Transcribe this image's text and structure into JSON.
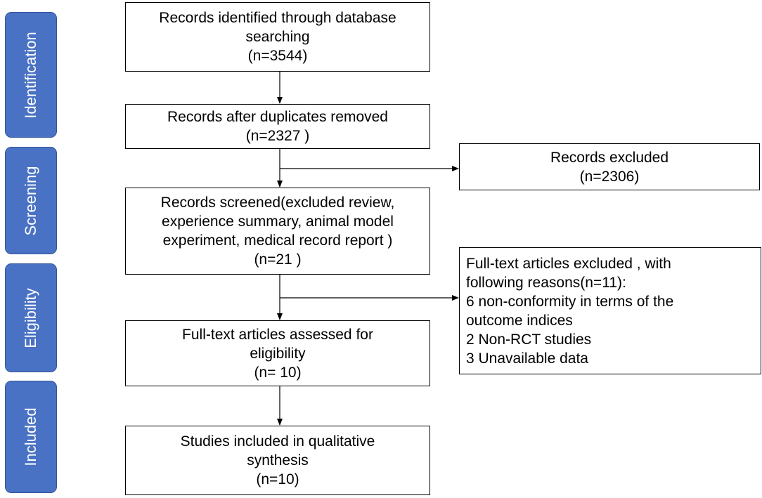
{
  "stages": {
    "identification": "Identification",
    "screening": "Screening",
    "eligibility": "Eligibility",
    "included": "Included"
  },
  "boxes": {
    "identified": {
      "lines": [
        "Records identified through database",
        "searching",
        "(n=3544)"
      ]
    },
    "duplicates_removed": {
      "lines": [
        "Records after duplicates removed",
        "(n=2327 )"
      ]
    },
    "excluded_records": {
      "lines": [
        "Records excluded",
        "(n=2306)"
      ]
    },
    "screened": {
      "lines": [
        "Records screened(excluded review,",
        "experience summary, animal model",
        "experiment, medical record report )",
        "(n=21 )"
      ]
    },
    "fulltext_excluded": {
      "lines": [
        "Full-text articles excluded , with",
        "following reasons(n=11):",
        "6 non-conformity in terms of the",
        "outcome indices",
        "2 Non-RCT studies",
        "3 Unavailable data"
      ]
    },
    "assessed": {
      "lines": [
        "Full-text articles assessed for",
        "eligibility",
        "(n= 10)"
      ]
    },
    "included_studies": {
      "lines": [
        "Studies included in qualitative",
        "synthesis",
        "(n=10)"
      ]
    }
  }
}
